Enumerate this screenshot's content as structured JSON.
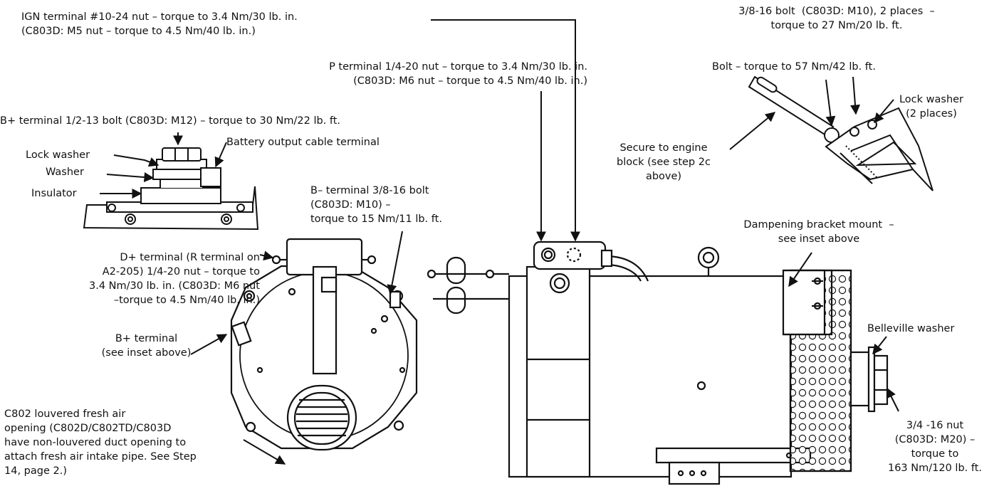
{
  "labels": {
    "ign_terminal": "IGN terminal #10-24 nut – torque to 3.4 Nm/30 lb. in.\n(C803D: M5 nut – torque to 4.5 Nm/40 lb. in.)",
    "p_terminal": "P terminal 1/4-20 nut – torque to 3.4 Nm/30 lb. in.\n(C803D: M6 nut – torque to 4.5 Nm/40 lb. in.)",
    "bplus_bolt": "B+ terminal 1/2-13 bolt (C803D: M12) – torque to 30 Nm/22 lb. ft.",
    "battery_output": "Battery output cable terminal",
    "lock_washer_inset": "Lock washer",
    "washer": "Washer",
    "insulator": "Insulator",
    "bminus_terminal": "B– terminal 3/8-16 bolt\n(C803D: M10) –\ntorque to 15 Nm/11 lb. ft.",
    "dplus_terminal": "D+ terminal (R terminal on\nA2-205) 1/4-20 nut – torque to\n3.4 Nm/30 lb. in. (C803D: M6 nut\n–torque to 4.5 Nm/40 lb. in.)",
    "bplus_see_inset": "B+ terminal\n(see inset above)",
    "fresh_air": "C802 louvered fresh air\nopening (C802D/C802TD/C803D\nhave non-louvered duct opening to\nattach fresh air intake pipe. See Step\n14, page 2.)",
    "bracket_bolt": "3/8-16 bolt  (C803D: M10), 2 places  –\ntorque to 27 Nm/20 lb. ft.",
    "bolt_57": "Bolt – torque to 57 Nm/42 lb. ft.",
    "lock_washer_2": "Lock washer\n(2 places)",
    "secure_engine": "Secure to engine\nblock (see step 2c\nabove)",
    "dampening": "Dampening bracket mount  –\nsee inset above",
    "belleville": "Belleville washer",
    "nut_34": "3/4 -16 nut\n(C803D: M20) –\ntorque to\n163 Nm/120 lb. ft."
  }
}
